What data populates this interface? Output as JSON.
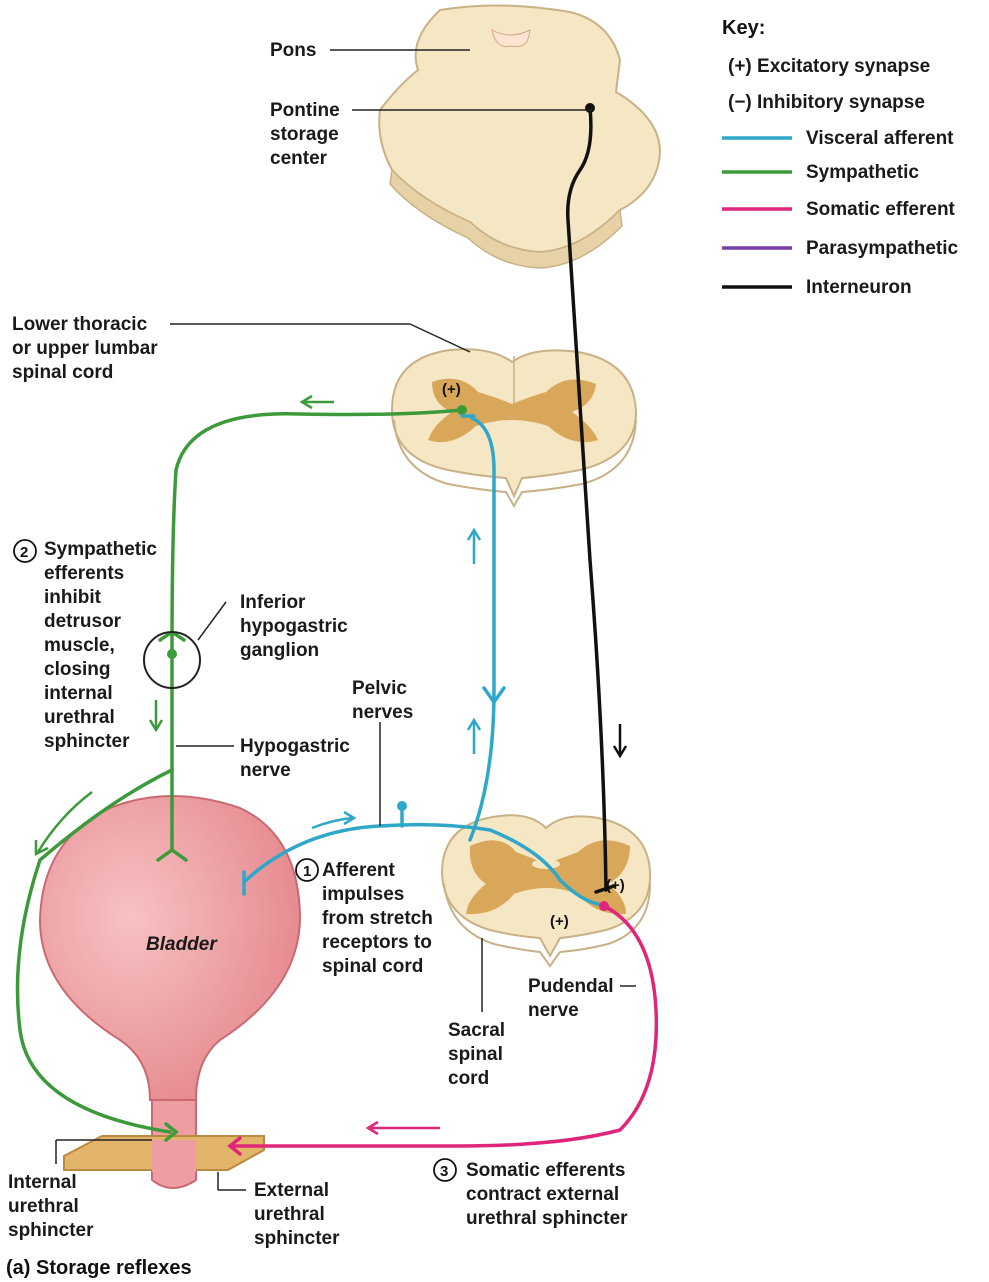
{
  "key": {
    "title": "Key:",
    "excitatory": "(+) Excitatory synapse",
    "inhibitory": "(−) Inhibitory synapse",
    "items": [
      {
        "label": "Visceral afferent",
        "color": "#2ea7c9"
      },
      {
        "label": "Sympathetic",
        "color": "#3d9a3a"
      },
      {
        "label": "Somatic efferent",
        "color": "#e0267a"
      },
      {
        "label": "Parasympathetic",
        "color": "#7b3fa8"
      },
      {
        "label": "Interneuron",
        "color": "#111111"
      }
    ]
  },
  "labels": {
    "pons": "Pons",
    "pontine": [
      "Pontine",
      "storage",
      "center"
    ],
    "lower_thoracic": [
      "Lower thoracic",
      "or upper lumbar",
      "spinal cord"
    ],
    "step2_num": "2",
    "step2": [
      "Sympathetic",
      "efferents",
      "inhibit",
      "detrusor",
      "muscle,",
      "closing",
      "internal",
      "urethral",
      "sphincter"
    ],
    "ganglion": [
      "Inferior",
      "hypogastric",
      "ganglion"
    ],
    "pelvic": [
      "Pelvic",
      "nerves"
    ],
    "hypogastric": [
      "Hypogastric",
      "nerve"
    ],
    "bladder": "Bladder",
    "step1_num": "1",
    "step1": [
      "Afferent",
      "impulses",
      "from stretch",
      "receptors to",
      "spinal cord"
    ],
    "pudendal": [
      "Pudendal",
      "nerve"
    ],
    "sacral": [
      "Sacral",
      "spinal",
      "cord"
    ],
    "internal_sphincter": [
      "Internal",
      "urethral",
      "sphincter"
    ],
    "external_sphincter": [
      "External",
      "urethral",
      "sphincter"
    ],
    "step3_num": "3",
    "step3": [
      "Somatic efferents",
      "contract external",
      "urethral sphincter"
    ],
    "plus": "(+)",
    "caption": "(a) Storage reflexes"
  },
  "colors": {
    "tissue": "#f6e7c4",
    "gray_matter": "#d9a75a",
    "bladder": "#f0a0a4",
    "sphincter_plate": "#e2b56a"
  }
}
